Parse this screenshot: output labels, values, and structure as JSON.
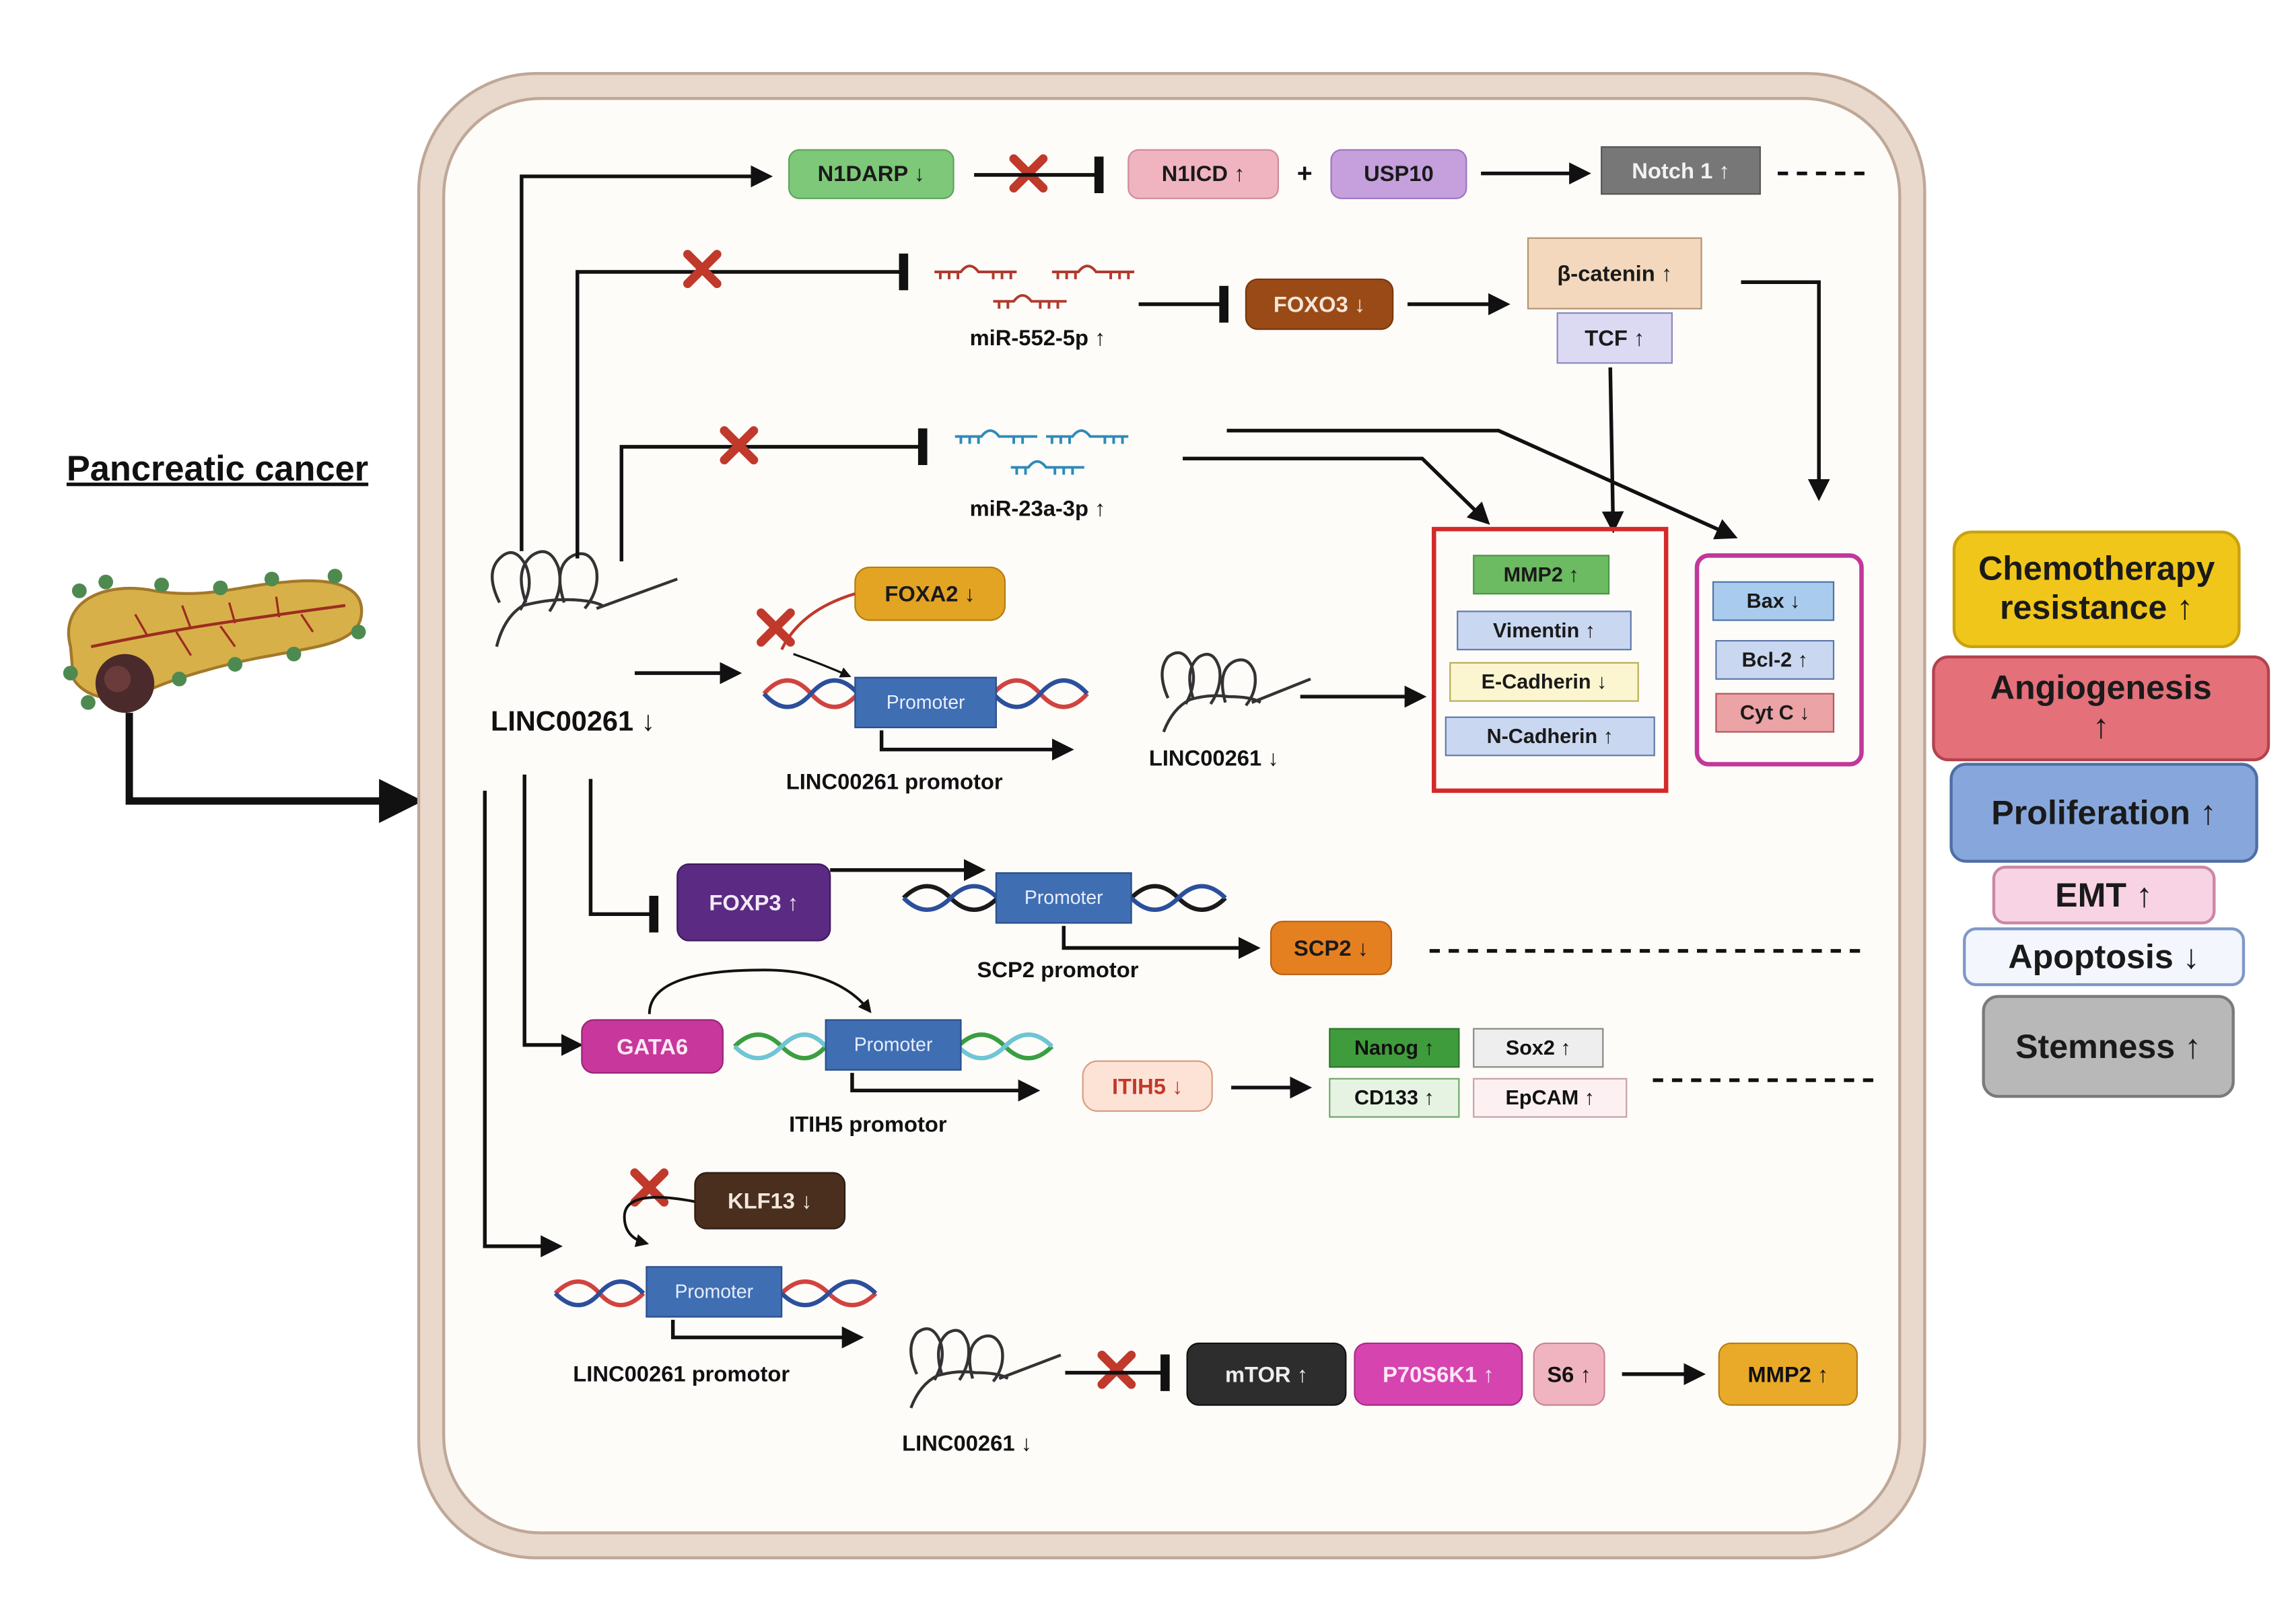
{
  "organ": {
    "title": "Pancreatic cancer"
  },
  "lnc": {
    "main": "LINC00261 ↓",
    "mid": "LINC00261 ↓",
    "bottom": "LINC00261 ↓",
    "promotor_mid": "LINC00261 promotor",
    "promotor_bottom": "LINC00261 promotor"
  },
  "promoters": {
    "label": "Promoter",
    "scp2_caption": "SCP2 promotor",
    "itih5_caption": "ITIH5 promotor"
  },
  "mirnas": {
    "mir552": "miR-552-5p ↑",
    "mir23a": "miR-23a-3p ↑"
  },
  "genes": {
    "n1darp": "N1DARP ↓",
    "n1icd": "N1ICD ↑",
    "plus": "+",
    "usp10": "USP10",
    "notch1": "Notch 1 ↑",
    "foxo3": "FOXO3 ↓",
    "bcatenin": "β-catenin ↑",
    "tcf": "TCF ↑",
    "foxa2": "FOXA2 ↓",
    "foxp3": "FOXP3 ↑",
    "scp2": "SCP2 ↓",
    "gata6": "GATA6",
    "itih5": "ITIH5 ↓",
    "nanog": "Nanog ↑",
    "sox2": "Sox2 ↑",
    "cd133": "CD133 ↑",
    "epcam": "EpCAM ↑",
    "klf13": "KLF13 ↓",
    "mtor": "mTOR ↑",
    "p70s6k1": "P70S6K1 ↑",
    "s6": "S6 ↑",
    "mmp2_bottom": "MMP2 ↑"
  },
  "emt_box": [
    "MMP2 ↑",
    "Vimentin ↑",
    "E-Cadherin ↓",
    "N-Cadherin ↑"
  ],
  "apoptosis_box": [
    "Bax ↓",
    "Bcl-2 ↑",
    "Cyt C ↓"
  ],
  "outcomes": [
    "Chemotherapy\nresistance ↑",
    "Angiogenesis\n↑",
    "Proliferation ↑",
    "EMT ↑",
    "Apoptosis ↓",
    "Stemness ↑"
  ],
  "colors": {
    "membrane": "#e8d9cc",
    "cell_fill": "#fdfcf9",
    "inhibit_x": "#c0392b",
    "emt_frame": "#d42a2a",
    "apoptosis_frame": "#c2379a",
    "promoter_box": "#3f6eb3",
    "dna_red": "#d1433f",
    "dna_blue": "#2c4f9c",
    "dna_green": "#3a9e42"
  }
}
